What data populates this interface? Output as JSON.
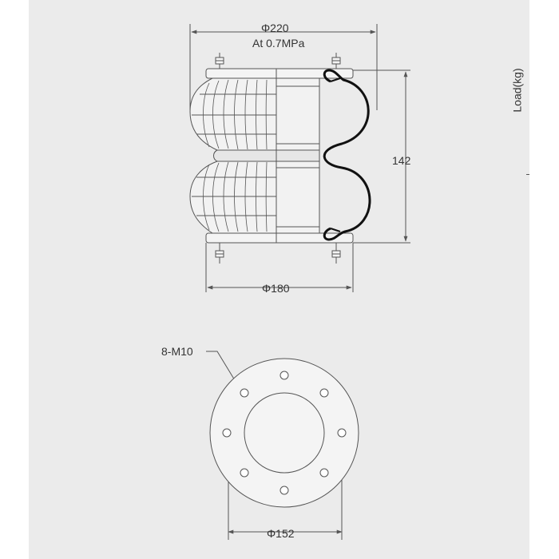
{
  "labels": {
    "top_diameter": "Φ220",
    "pressure": "At 0.7MPa",
    "height": "142",
    "bottom_diameter": "Φ180",
    "bolts": "8-M10",
    "bolt_circle": "Φ152",
    "y_axis": "Load(kg)"
  },
  "colors": {
    "background": "#ffffff",
    "panel": "#ebebeb",
    "line": "#555555",
    "section": "#111111"
  }
}
